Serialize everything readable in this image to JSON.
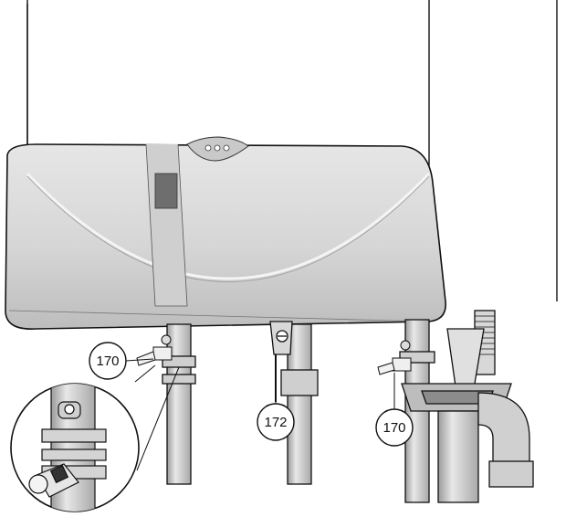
{
  "diagram": {
    "callouts": [
      {
        "id": "valve-left",
        "label": "170"
      },
      {
        "id": "valve-center",
        "label": "172"
      },
      {
        "id": "valve-right",
        "label": "170"
      }
    ],
    "control_panel": {
      "indicator_lights": 3
    },
    "colors": {
      "cover_fill": "#d9d9d9",
      "cover_shadow": "#b8b8b8",
      "display_window": "#6e6e6e",
      "outline": "#111111",
      "pipe_fill": "#cfcfcf",
      "background": "#ffffff"
    }
  }
}
